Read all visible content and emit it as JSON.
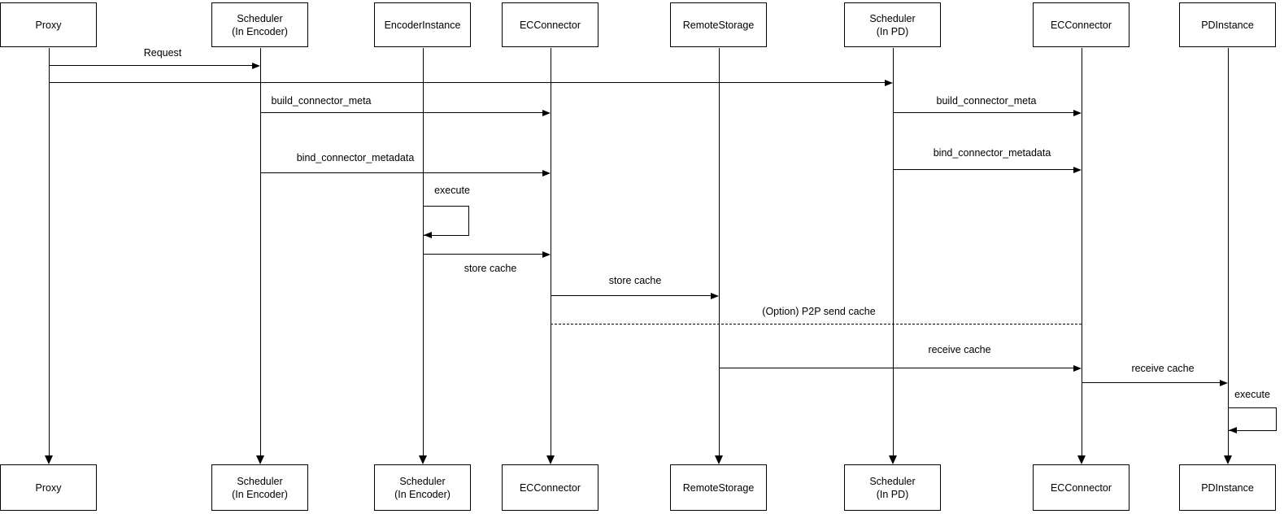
{
  "diagram_type": "uml-sequence-diagram",
  "colors": {
    "line": "#000000",
    "text": "#000000",
    "background": "#ffffff"
  },
  "actors": {
    "top": [
      {
        "label": "Proxy"
      },
      {
        "label": "Scheduler\n(In Encoder)"
      },
      {
        "label": "EncoderInstance"
      },
      {
        "label": "ECConnector"
      },
      {
        "label": "RemoteStorage"
      },
      {
        "label": "Scheduler\n(In PD)"
      },
      {
        "label": "ECConnector"
      },
      {
        "label": "PDInstance"
      }
    ],
    "bottom": [
      {
        "label": "Proxy"
      },
      {
        "label": "Scheduler\n(In Encoder)"
      },
      {
        "label": "Scheduler\n(In Encoder)"
      },
      {
        "label": "ECConnector"
      },
      {
        "label": "RemoteStorage"
      },
      {
        "label": "Scheduler\n(In PD)"
      },
      {
        "label": "ECConnector"
      },
      {
        "label": "PDInstance"
      }
    ]
  },
  "messages": [
    {
      "label": "Request",
      "from": "Proxy",
      "to": "Scheduler (In Encoder)",
      "style": "solid-arrow"
    },
    {
      "label": "",
      "from": "Proxy",
      "to": "Scheduler (In PD)",
      "style": "solid-arrow"
    },
    {
      "label": "build_connector_meta",
      "from": "Scheduler (In Encoder)",
      "to": "ECConnector",
      "style": "solid-arrow"
    },
    {
      "label": "build_connector_meta",
      "from": "Scheduler (In PD)",
      "to": "ECConnector",
      "style": "solid-arrow"
    },
    {
      "label": "bind_connector_metadata",
      "from": "Scheduler (In Encoder)",
      "to": "ECConnector",
      "style": "solid-arrow"
    },
    {
      "label": "bind_connector_metadata",
      "from": "Scheduler (In PD)",
      "to": "ECConnector",
      "style": "solid-arrow"
    },
    {
      "label": "execute",
      "from": "EncoderInstance",
      "to": "EncoderInstance",
      "style": "self-loop"
    },
    {
      "label": "store cache",
      "from": "EncoderInstance",
      "to": "ECConnector",
      "style": "solid-arrow"
    },
    {
      "label": "store cache",
      "from": "ECConnector",
      "to": "RemoteStorage",
      "style": "solid-arrow"
    },
    {
      "label": "(Option) P2P send cache",
      "from": "ECConnector",
      "to": "ECConnector (PD side)",
      "style": "dashed-line"
    },
    {
      "label": "receive cache",
      "from": "RemoteStorage",
      "to": "ECConnector (PD side)",
      "style": "solid-arrow"
    },
    {
      "label": "receive cache",
      "from": "ECConnector (PD side)",
      "to": "PDInstance",
      "style": "solid-arrow"
    },
    {
      "label": "execute",
      "from": "PDInstance",
      "to": "PDInstance",
      "style": "self-loop"
    }
  ]
}
